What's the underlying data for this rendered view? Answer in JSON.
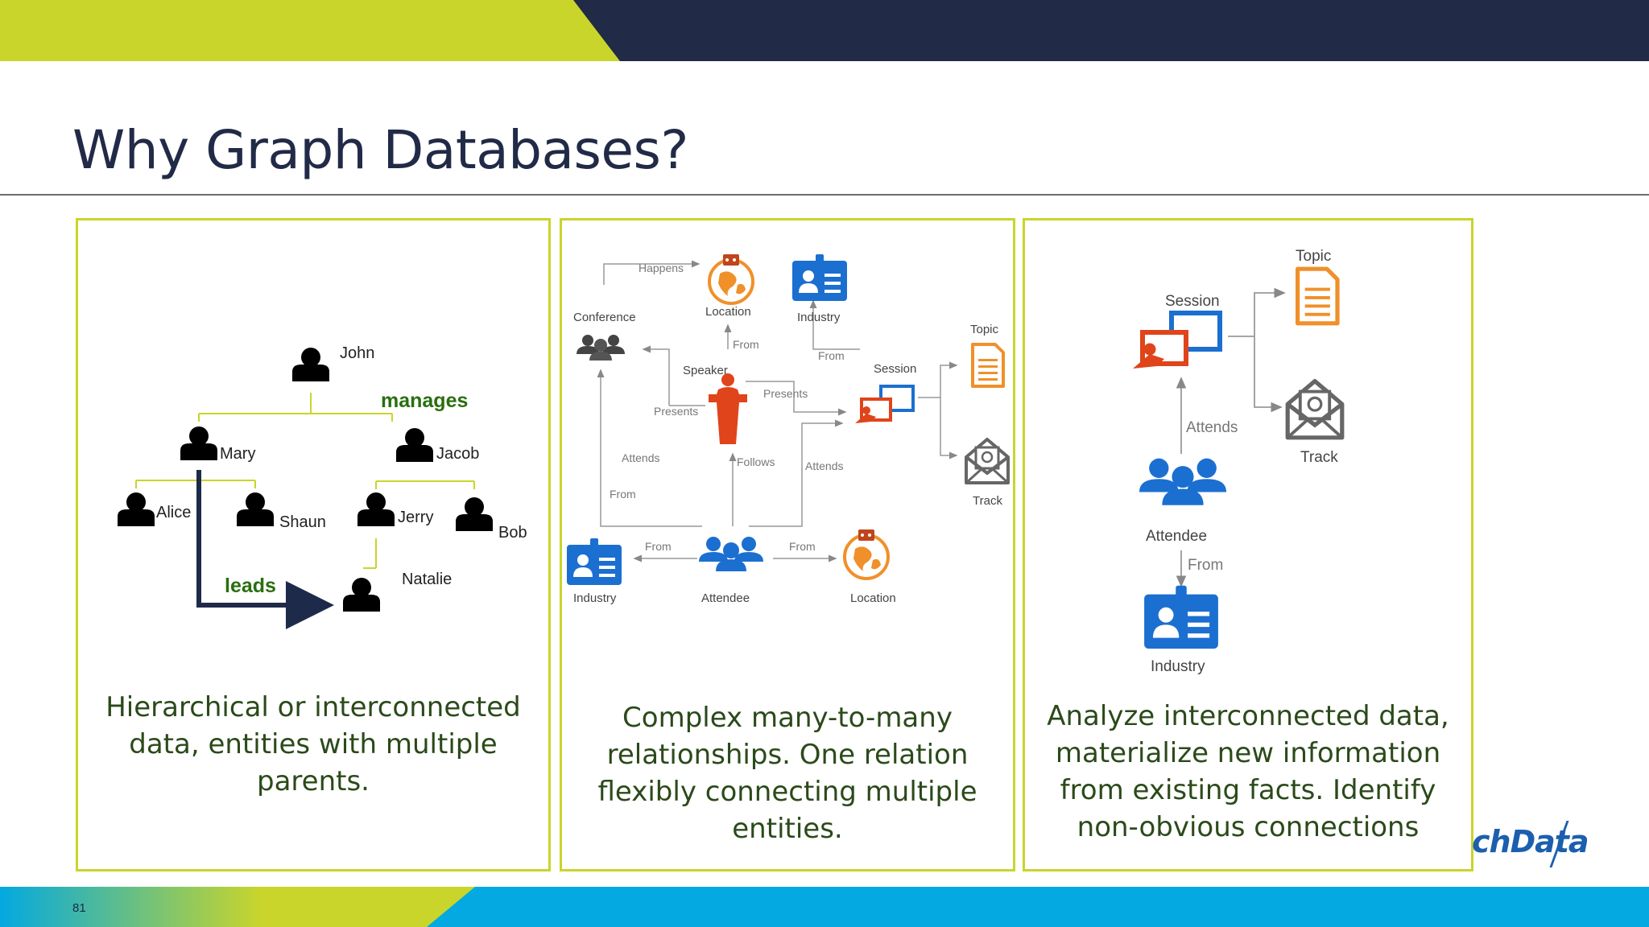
{
  "slide": {
    "title": "Why Graph Databases?",
    "page_number": "81",
    "logo_text": "chData"
  },
  "colors": {
    "navy": "#212a47",
    "lime": "#c9d52b",
    "cyan": "#03a9e0",
    "caption_green": "#2b4a1a",
    "edge_label_green": "#2a6e10",
    "icon_blue": "#1b6fd0",
    "icon_orange": "#f0902a",
    "icon_red": "#e0441a"
  },
  "panel1": {
    "caption": "Hierarchical or interconnected data, entities with multiple parents.",
    "nodes": {
      "john": "John",
      "mary": "Mary",
      "jacob": "Jacob",
      "alice": "Alice",
      "shaun": "Shaun",
      "jerry": "Jerry",
      "bob": "Bob",
      "natalie": "Natalie"
    },
    "edges": {
      "manages": "manages",
      "leads": "leads"
    }
  },
  "panel2": {
    "caption": "Complex many-to-many relationships. One relation flexibly connecting multiple entities.",
    "nodes": {
      "conference": "Conference",
      "location_top": "Location",
      "industry_top": "Industry",
      "speaker": "Speaker",
      "session": "Session",
      "topic": "Topic",
      "track": "Track",
      "industry_bottom": "Industry",
      "attendee": "Attendee",
      "location_bottom": "Location"
    },
    "edges": {
      "happens": "Happens",
      "from_speaker_location": "From",
      "from_session_industry": "From",
      "presents_session": "Presents",
      "presents_conference": "Presents",
      "attends_conference": "Attends",
      "follows": "Follows",
      "attends_session": "Attends",
      "from_left": "From",
      "from_attendee_industry": "From",
      "from_attendee_location": "From"
    }
  },
  "panel3": {
    "caption": "Analyze interconnected data, materialize new information from existing facts. Identify non-obvious connections",
    "nodes": {
      "topic": "Topic",
      "session": "Session",
      "track": "Track",
      "attendee": "Attendee",
      "industry": "Industry"
    },
    "edges": {
      "attends": "Attends",
      "from": "From"
    }
  },
  "icons": {
    "person": "person-icon",
    "group": "group-icon",
    "globe": "globe-location-icon",
    "badge": "id-badge-icon",
    "document": "document-icon",
    "mail": "mail-track-icon",
    "presentation": "presentation-screen-icon",
    "speaker": "speaker-podium-icon"
  }
}
